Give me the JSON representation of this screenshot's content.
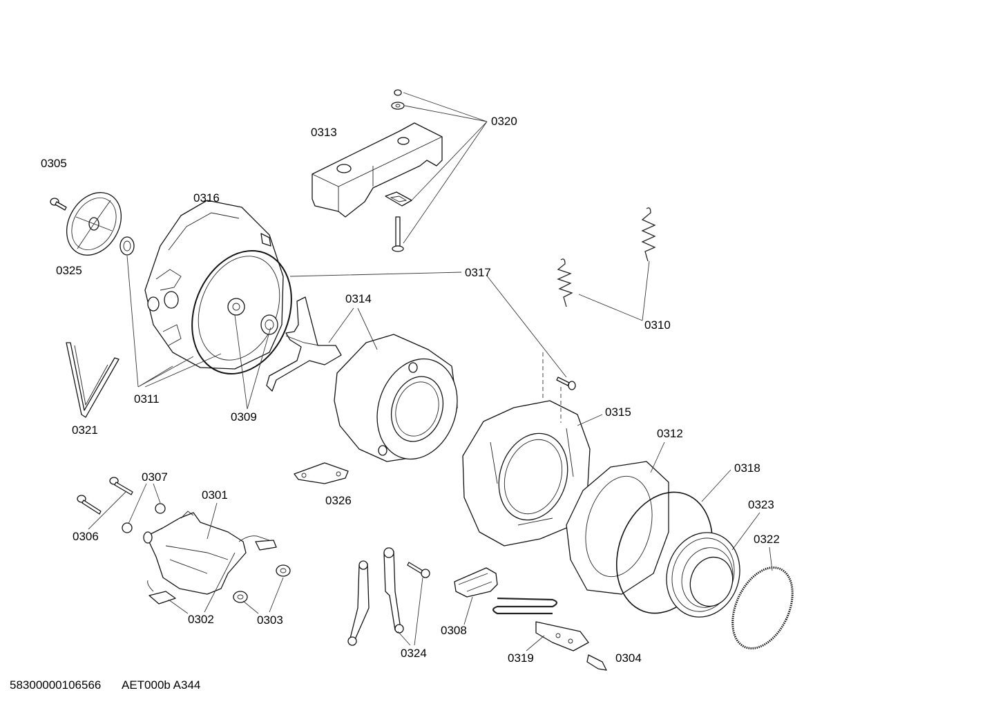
{
  "labels": {
    "p0301": "0301",
    "p0302": "0302",
    "p0303": "0303",
    "p0304": "0304",
    "p0305": "0305",
    "p0306": "0306",
    "p0307": "0307",
    "p0308": "0308",
    "p0309": "0309",
    "p0310": "0310",
    "p0311": "0311",
    "p0312": "0312",
    "p0313": "0313",
    "p0314": "0314",
    "p0315": "0315",
    "p0316": "0316",
    "p0317": "0317",
    "p0318": "0318",
    "p0319": "0319",
    "p0320": "0320",
    "p0321": "0321",
    "p0322": "0322",
    "p0323": "0323",
    "p0324": "0324",
    "p0325": "0325",
    "p0326": "0326"
  },
  "footer": {
    "code_a": "58300000106566",
    "code_b": "AET000b A344"
  }
}
